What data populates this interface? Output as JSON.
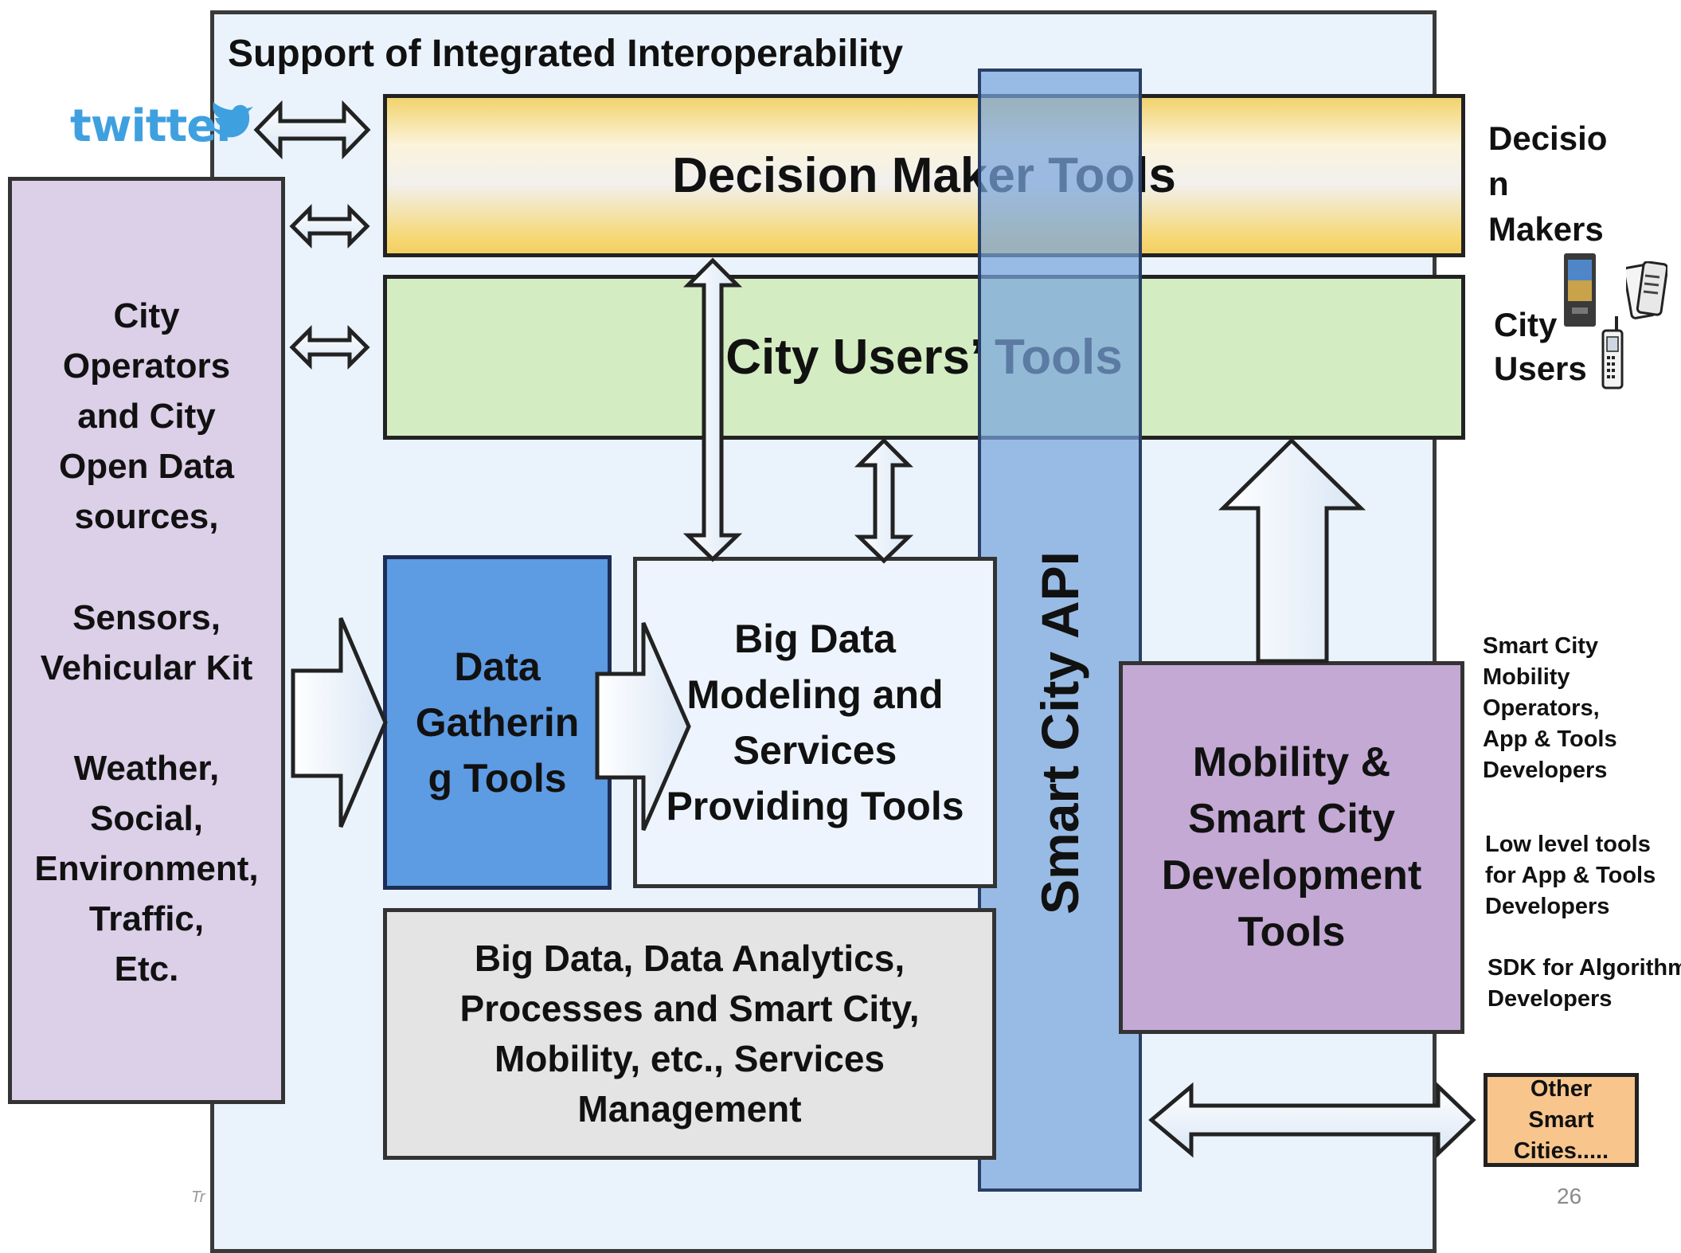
{
  "container": {
    "title": "Support of  Integrated Interoperability"
  },
  "api_band": {
    "label": "Smart City API"
  },
  "decision_tools": {
    "label": "Decision Maker Tools"
  },
  "city_users_tools": {
    "label": "City Users’ Tools"
  },
  "left_panel": {
    "lines": [
      "City",
      "Operators",
      "and City",
      "Open Data",
      "sources,",
      "Sensors,",
      "Vehicular Kit",
      "Weather,",
      "Social,",
      "Environment,",
      "Traffic,",
      "Etc."
    ]
  },
  "data_gathering": {
    "lines": [
      "Data",
      "Gatherin",
      "g Tools"
    ]
  },
  "big_data_modeling": {
    "lines": [
      "Big Data",
      "Modeling and",
      "Services",
      "Providing Tools"
    ]
  },
  "big_data_analytics": {
    "lines": [
      "Big Data, Data Analytics,",
      "Processes and Smart City,",
      "Mobility, etc., Services",
      "Management"
    ]
  },
  "mobility_tools": {
    "lines": [
      "Mobility &",
      "Smart City",
      "Development",
      "Tools"
    ]
  },
  "right_labels": {
    "decision_makers": [
      "Decisio",
      "n",
      "Makers"
    ],
    "city_users": [
      "City",
      "Users"
    ],
    "operators": [
      "Smart City",
      "Mobility",
      "Operators,",
      "App & Tools",
      "Developers"
    ],
    "low_level": [
      "Low level tools",
      "for App & Tools",
      "Developers"
    ],
    "sdk": [
      "SDK for Algorithm",
      "Developers"
    ]
  },
  "other_cities": {
    "lines": [
      "Other",
      "Smart",
      "Cities....."
    ]
  },
  "twitter": {
    "text": "twitter"
  },
  "footer": {
    "page_number": "26",
    "cut_text": "Tr"
  },
  "colors": {
    "container_bg": "#eaf3fc",
    "api_band": "#78a5dc",
    "city_users_bg": "#d4ecc1",
    "left_panel_bg": "#dccfe8",
    "data_gathering_bg": "#5d9be3",
    "mobility_bg": "#c3a9d4",
    "analytics_bg": "#e4e4e4",
    "other_cities_bg": "#f8c58c",
    "twitter_blue": "#3fa0e0"
  },
  "icons": [
    "twitter-logo-icon",
    "kiosk-icon",
    "smartphone-icon",
    "mobile-phone-icon"
  ]
}
